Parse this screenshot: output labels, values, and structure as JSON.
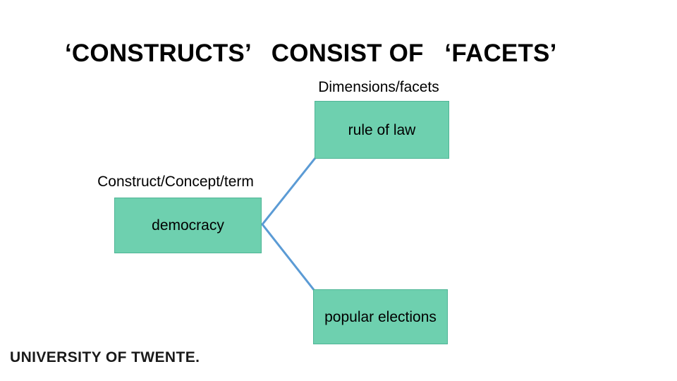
{
  "slide": {
    "title": "‘CONSTRUCTS’   CONSIST OF   ‘FACETS’",
    "background_color": "#FFFFFF"
  },
  "labels": {
    "dimensions_caption": "Dimensions/facets",
    "construct_caption": "Construct/Concept/term"
  },
  "diagram": {
    "construct_node": {
      "label": "democracy"
    },
    "facet_nodes": [
      {
        "label": "rule of law"
      },
      {
        "label": "popular elections"
      }
    ],
    "colors": {
      "node_fill": "#6ED0AF",
      "node_border": "#4FB596",
      "connector": "#5B9BD5"
    }
  },
  "footer": {
    "logo_text": "UNIVERSITY OF TWENTE."
  }
}
